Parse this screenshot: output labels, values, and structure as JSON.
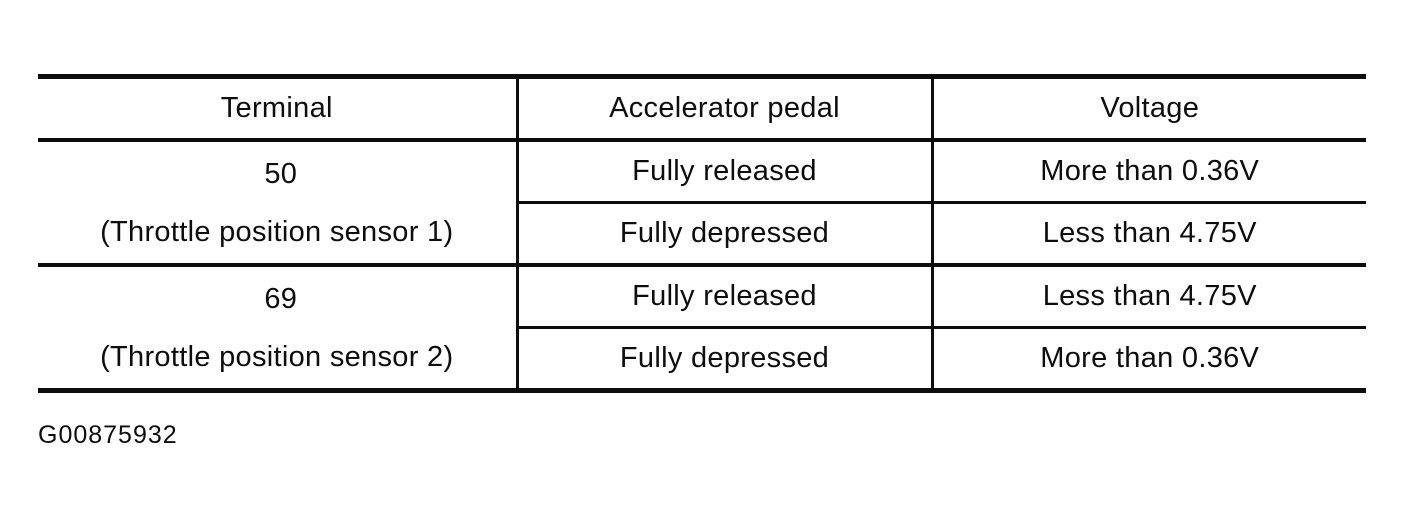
{
  "table": {
    "headers": {
      "terminal": "Terminal",
      "pedal": "Accelerator pedal",
      "voltage": "Voltage"
    },
    "rows": [
      {
        "terminal_line1": "50",
        "terminal_line2": "(Throttle position sensor 1)",
        "conditions": [
          {
            "pedal": "Fully released",
            "voltage": "More than 0.36V"
          },
          {
            "pedal": "Fully depressed",
            "voltage": "Less than 4.75V"
          }
        ]
      },
      {
        "terminal_line1": "69",
        "terminal_line2": "(Throttle position sensor 2)",
        "conditions": [
          {
            "pedal": "Fully released",
            "voltage": "Less than 4.75V"
          },
          {
            "pedal": "Fully depressed",
            "voltage": "More than 0.36V"
          }
        ]
      }
    ]
  },
  "figure_id": "G00875932",
  "colors": {
    "ink": "#0d0d0d",
    "background": "#ffffff"
  }
}
